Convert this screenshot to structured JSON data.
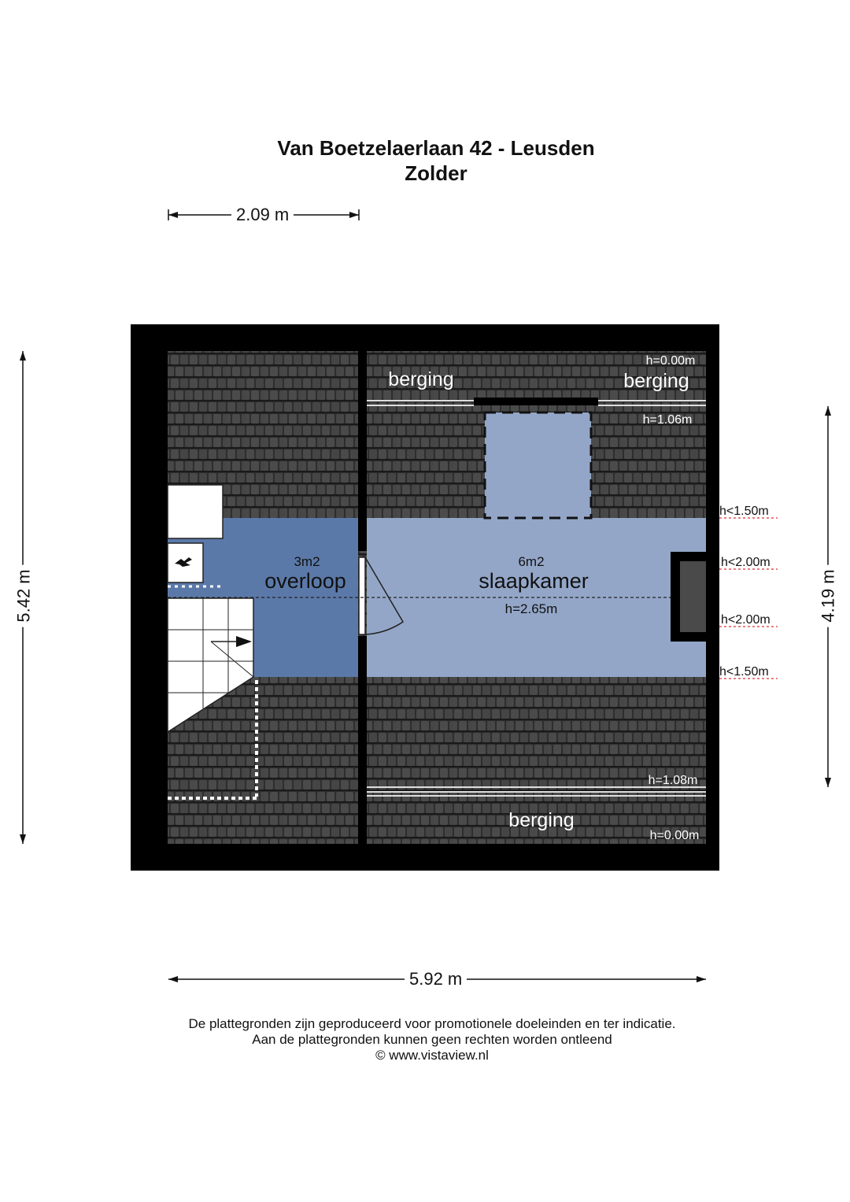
{
  "title": {
    "line1": "Van Boetzelaerlaan 42 - Leusden",
    "line2": "Zolder"
  },
  "dimensions": {
    "top": "2.09 m",
    "left": "5.42 m",
    "right": "4.19 m",
    "bottom": "5.92 m"
  },
  "rooms": {
    "overloop": {
      "area": "3m2",
      "name": "overloop"
    },
    "slaapkamer": {
      "area": "6m2",
      "name": "slaapkamer",
      "height": "h=2.65m"
    },
    "berging_top_left": {
      "name": "berging"
    },
    "berging_top_right": {
      "name": "berging"
    },
    "berging_bottom": {
      "name": "berging"
    }
  },
  "heights": {
    "top_ridge": "h=0.00m",
    "top_knee": "h=1.06m",
    "bottom_knee": "h=1.08m",
    "bottom_ridge": "h=0.00m",
    "side_1": "h<1.50m",
    "side_2": "h<2.00m",
    "side_3": "h<2.00m",
    "side_4": "h<1.50m"
  },
  "footer": {
    "line1": "De plattegronden zijn geproduceerd voor promotionele doeleinden en ter indicatie.",
    "line2": "Aan de plattegronden kunnen geen rechten worden ontleend",
    "line3": "© www.vistaview.nl"
  },
  "colors": {
    "wall": "#000000",
    "roof_tile": "#3a3a3a",
    "overloop_fill": "#5b79a8",
    "slaapkamer_fill": "#93a6c8",
    "height_marker": "#d9303a"
  }
}
